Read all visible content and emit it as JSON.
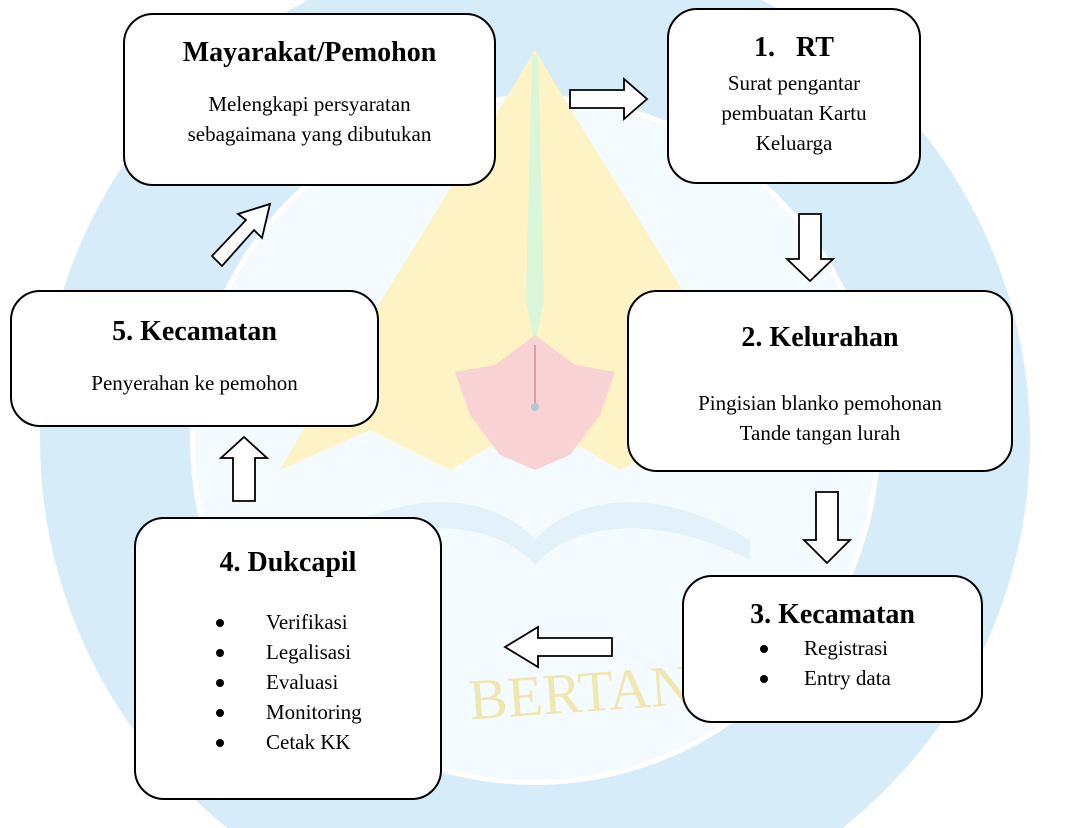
{
  "watermark": {
    "ring_text_bottom": "BERTANI",
    "colors": {
      "ring": "#d7ecf9",
      "gold": "#fdf3c4",
      "red": "#f9d3d3",
      "green": "#d9f6d9"
    }
  },
  "nodes": {
    "masyarakat": {
      "title": "Mayarakat/Pemohon",
      "lines": [
        "Melengkapi persyaratan",
        "sebagaimana yang dibutukan"
      ]
    },
    "rt": {
      "title": "1.   RT",
      "lines": [
        "Surat pengantar",
        "pembuatan Kartu",
        "Keluarga"
      ]
    },
    "kelurahan": {
      "title": "2. Kelurahan",
      "lines": [
        "Pingisian blanko pemohonan",
        "Tande tangan lurah"
      ]
    },
    "kecamatan3": {
      "title": "3. Kecamatan",
      "items": [
        "Registrasi",
        "Entry data"
      ]
    },
    "dukcapil": {
      "title": "4. Dukcapil",
      "items": [
        "Verifikasi",
        "Legalisasi",
        "Evaluasi",
        "Monitoring",
        "Cetak KK"
      ]
    },
    "kecamatan5": {
      "title": "5. Kecamatan",
      "lines": [
        "Penyerahan ke pemohon"
      ]
    }
  },
  "flow": [
    {
      "from": "masyarakat",
      "to": "rt",
      "direction": "right"
    },
    {
      "from": "rt",
      "to": "kelurahan",
      "direction": "down"
    },
    {
      "from": "kelurahan",
      "to": "kecamatan3",
      "direction": "down"
    },
    {
      "from": "kecamatan3",
      "to": "dukcapil",
      "direction": "left"
    },
    {
      "from": "dukcapil",
      "to": "kecamatan5",
      "direction": "up"
    },
    {
      "from": "kecamatan5",
      "to": "masyarakat",
      "direction": "up-right"
    }
  ]
}
